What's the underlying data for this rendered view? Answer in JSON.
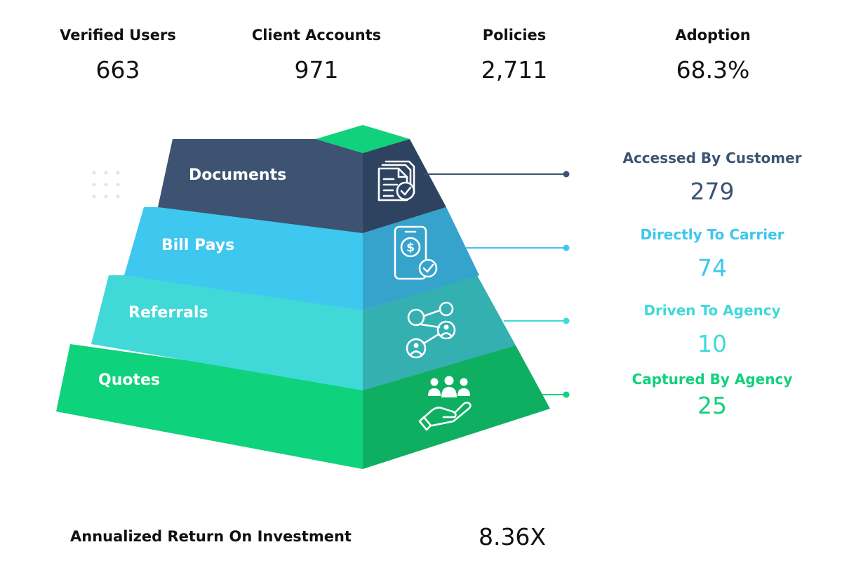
{
  "stats": [
    {
      "label": "Verified Users",
      "value": "663"
    },
    {
      "label": "Client Accounts",
      "value": "971"
    },
    {
      "label": "Policies",
      "value": "2,711"
    },
    {
      "label": "Adoption",
      "value": "68.3%"
    }
  ],
  "layers": [
    {
      "label": "Documents",
      "icon": "document-check-icon",
      "color": "#3d5371"
    },
    {
      "label": "Bill Pays",
      "icon": "phone-payment-icon",
      "color": "#3ec7ef"
    },
    {
      "label": "Referrals",
      "icon": "referral-network-icon",
      "color": "#41d9d8"
    },
    {
      "label": "Quotes",
      "icon": "people-hand-icon",
      "color": "#0fd27c"
    }
  ],
  "outcomes": [
    {
      "title": "Accessed By Customer",
      "value": "279",
      "color": "#3d5371"
    },
    {
      "title": "Directly To Carrier",
      "value": "74",
      "color": "#3ec7ef"
    },
    {
      "title": "Driven To Agency",
      "value": "10",
      "color": "#41d9d8"
    },
    {
      "title": "Captured By Agency",
      "value": "25",
      "color": "#0fd27c"
    }
  ],
  "roi": {
    "label": "Annualized Return On Investment",
    "value": "8.36X"
  }
}
